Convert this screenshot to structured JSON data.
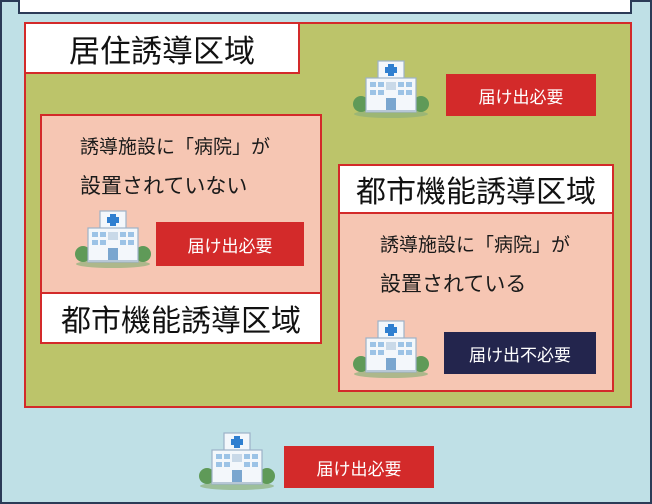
{
  "zones": {
    "residential": {
      "label": "居住誘導区域"
    },
    "urban_without_hospital": {
      "label": "都市機能誘導区域",
      "line1": "誘導施設に「病院」が",
      "line2": "設置されていない",
      "badge": "届け出必要"
    },
    "urban_with_hospital": {
      "label": "都市機能誘導区域",
      "line1": "誘導施設に「病院」が",
      "line2": "設置されている",
      "badge": "届け出不必要"
    }
  },
  "badges": {
    "residential": "届け出必要",
    "outside": "届け出必要"
  },
  "colors": {
    "outer_area": "#bfe0e6",
    "residential_area": "#bcc46a",
    "urban_area": "#f6c6b3",
    "border_red": "#d32a2a",
    "badge_required": "#d32a2a",
    "badge_not_required": "#23254d"
  },
  "icons": [
    "hospital-icon",
    "hospital-icon",
    "hospital-icon",
    "hospital-icon"
  ]
}
